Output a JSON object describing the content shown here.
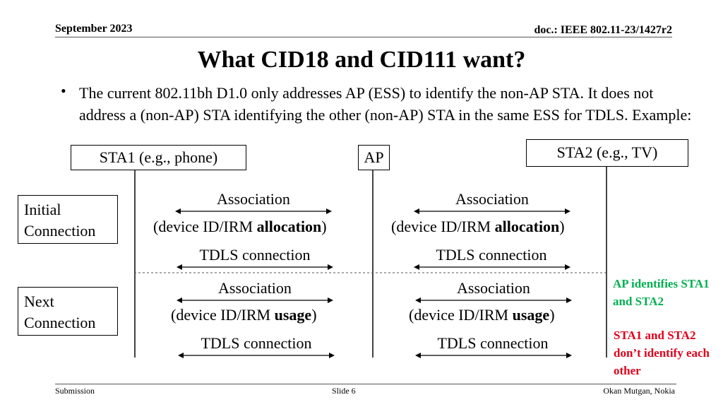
{
  "header": {
    "date": "September 2023",
    "doc": "doc.: IEEE 802.11-23/1427r2"
  },
  "title": "What CID18 and CID111 want?",
  "bullet": "The current 802.11bh D1.0 only addresses AP (ESS) to identify the non-AP STA. It does not address a (non-AP) STA identifying the other (non-AP) STA in the same ESS for TDLS. Example:",
  "entities": {
    "sta1": "STA1 (e.g., phone)",
    "ap": "AP",
    "sta2": "STA2 (e.g., TV)"
  },
  "phases": {
    "initial": "Initial Connection",
    "next": "Next Connection"
  },
  "labels": {
    "association": "Association",
    "device_id_prefix": "(device ID/IRM ",
    "allocation": "allocation",
    "usage": "usage",
    "close_paren": ")",
    "tdls": "TDLS connection"
  },
  "notes": {
    "green": "AP identifies STA1 and STA2",
    "red": "STA1 and STA2 don’t identify each other"
  },
  "footer": {
    "left": "Submission",
    "center": "Slide 6",
    "right": "Okan Mutgan, Nokia"
  }
}
